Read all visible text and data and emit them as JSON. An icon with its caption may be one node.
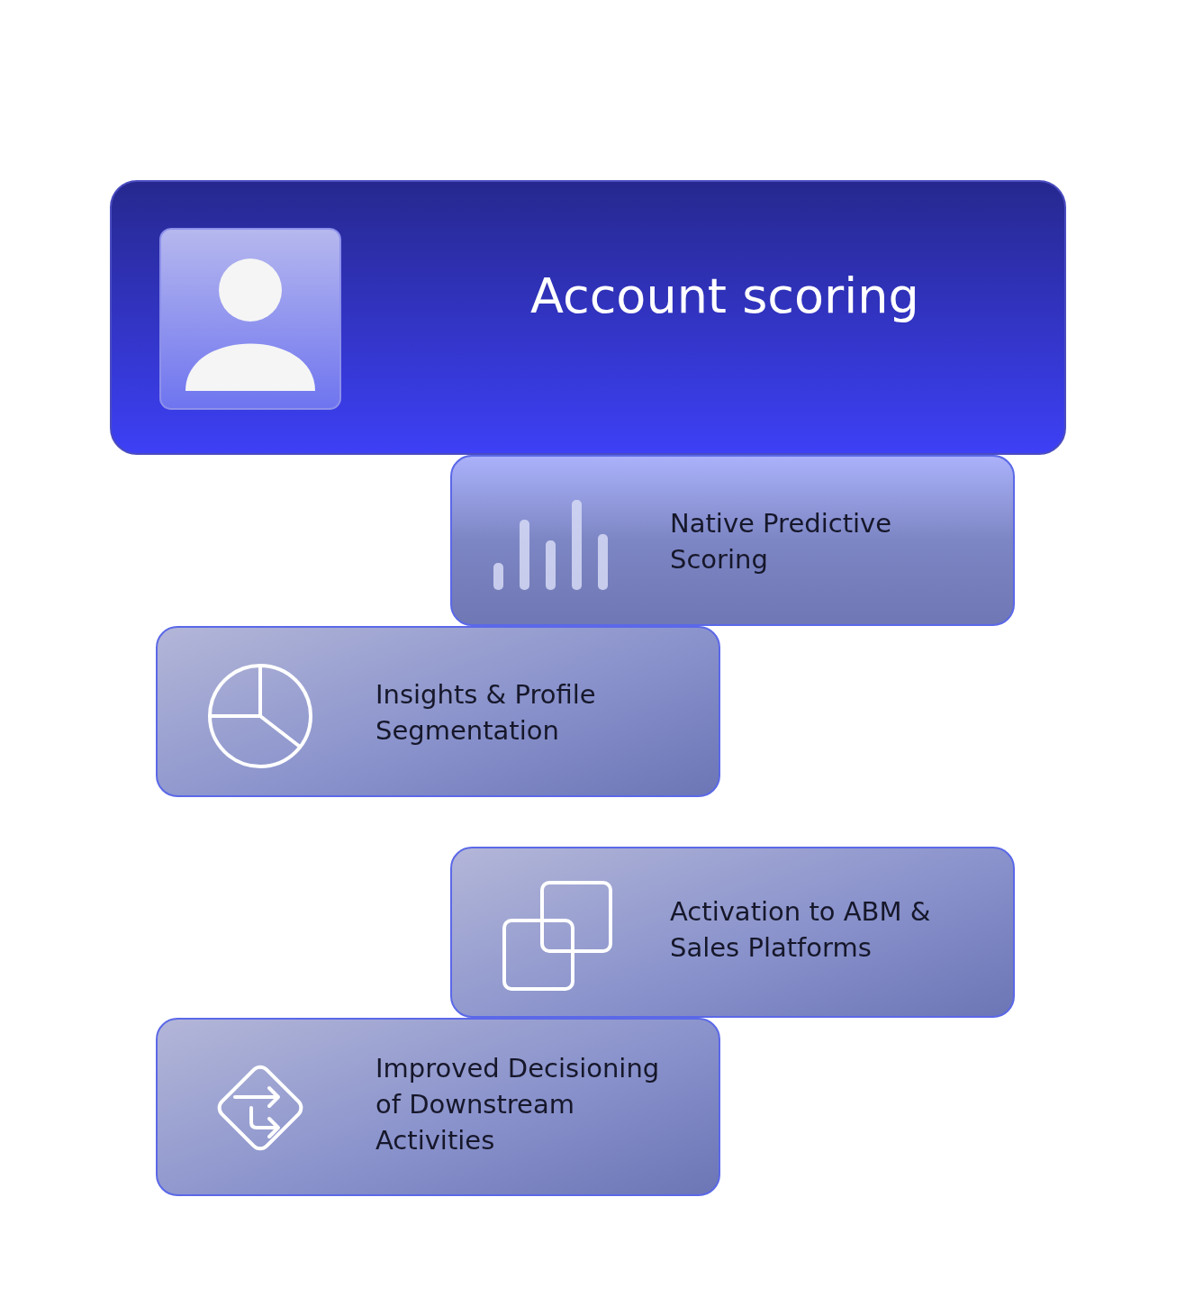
{
  "diagram": {
    "nodes": [
      {
        "text": [
          "Account scoring"
        ]
      },
      {
        "text": [
          "Native Predictive Scoring"
        ]
      },
      {
        "text": [
          "Insights & Profile Segmentation"
        ]
      },
      {
        "text": [
          "Activation to ABM & Sales Platforms"
        ]
      },
      {
        "text": [
          "Improved Decisioning of Downstream Activities"
        ]
      }
    ],
    "edges": []
  }
}
